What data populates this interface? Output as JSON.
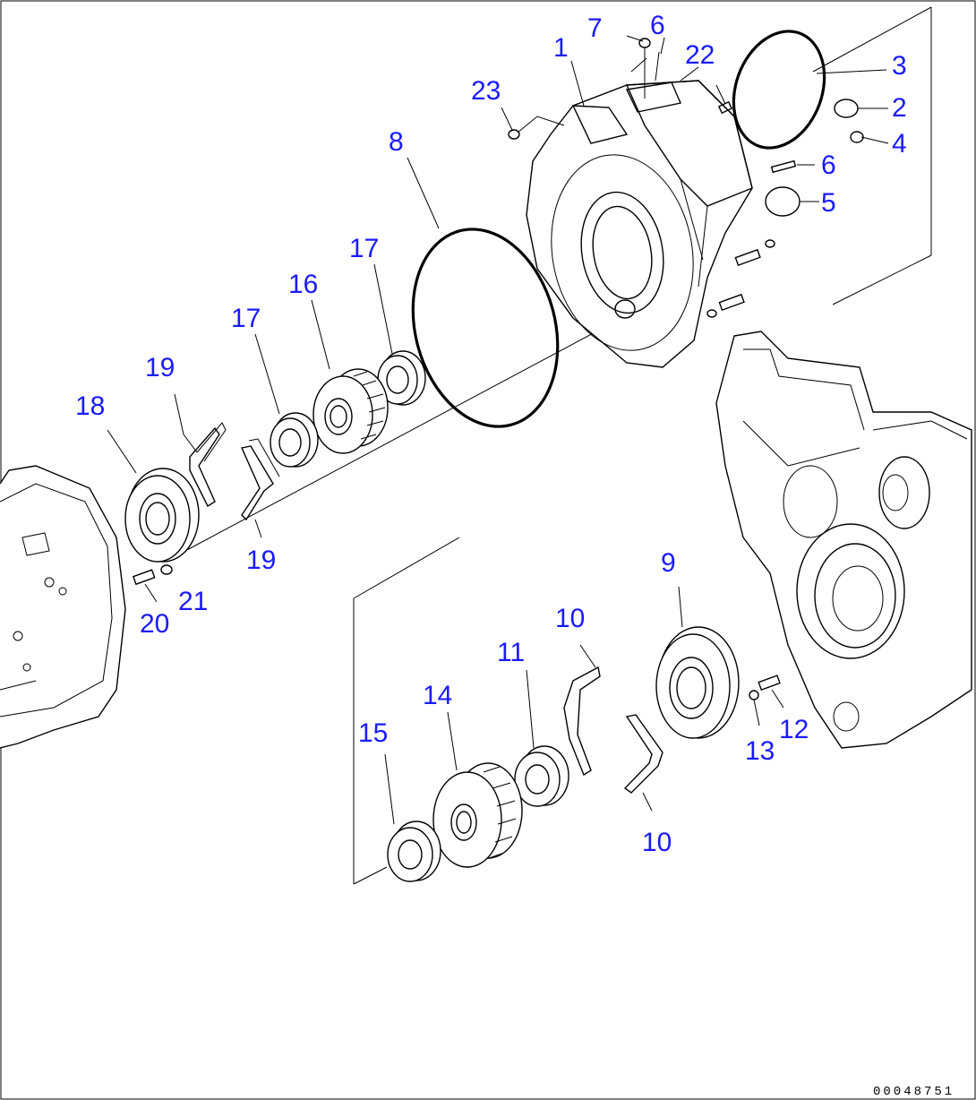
{
  "callouts": {
    "c1": "1",
    "c2": "2",
    "c3": "3",
    "c4": "4",
    "c5": "5",
    "c6a": "6",
    "c6b": "6",
    "c7": "7",
    "c8": "8",
    "c9": "9",
    "c10a": "10",
    "c10b": "10",
    "c11": "11",
    "c12": "12",
    "c13": "13",
    "c14": "14",
    "c15": "15",
    "c16": "16",
    "c17a": "17",
    "c17b": "17",
    "c18": "18",
    "c19a": "19",
    "c19b": "19",
    "c20": "20",
    "c21": "21",
    "c22": "22",
    "c23": "23"
  },
  "drawing_code": "00048751",
  "colors": {
    "callout": "#1a1aff",
    "line": "#000000"
  }
}
